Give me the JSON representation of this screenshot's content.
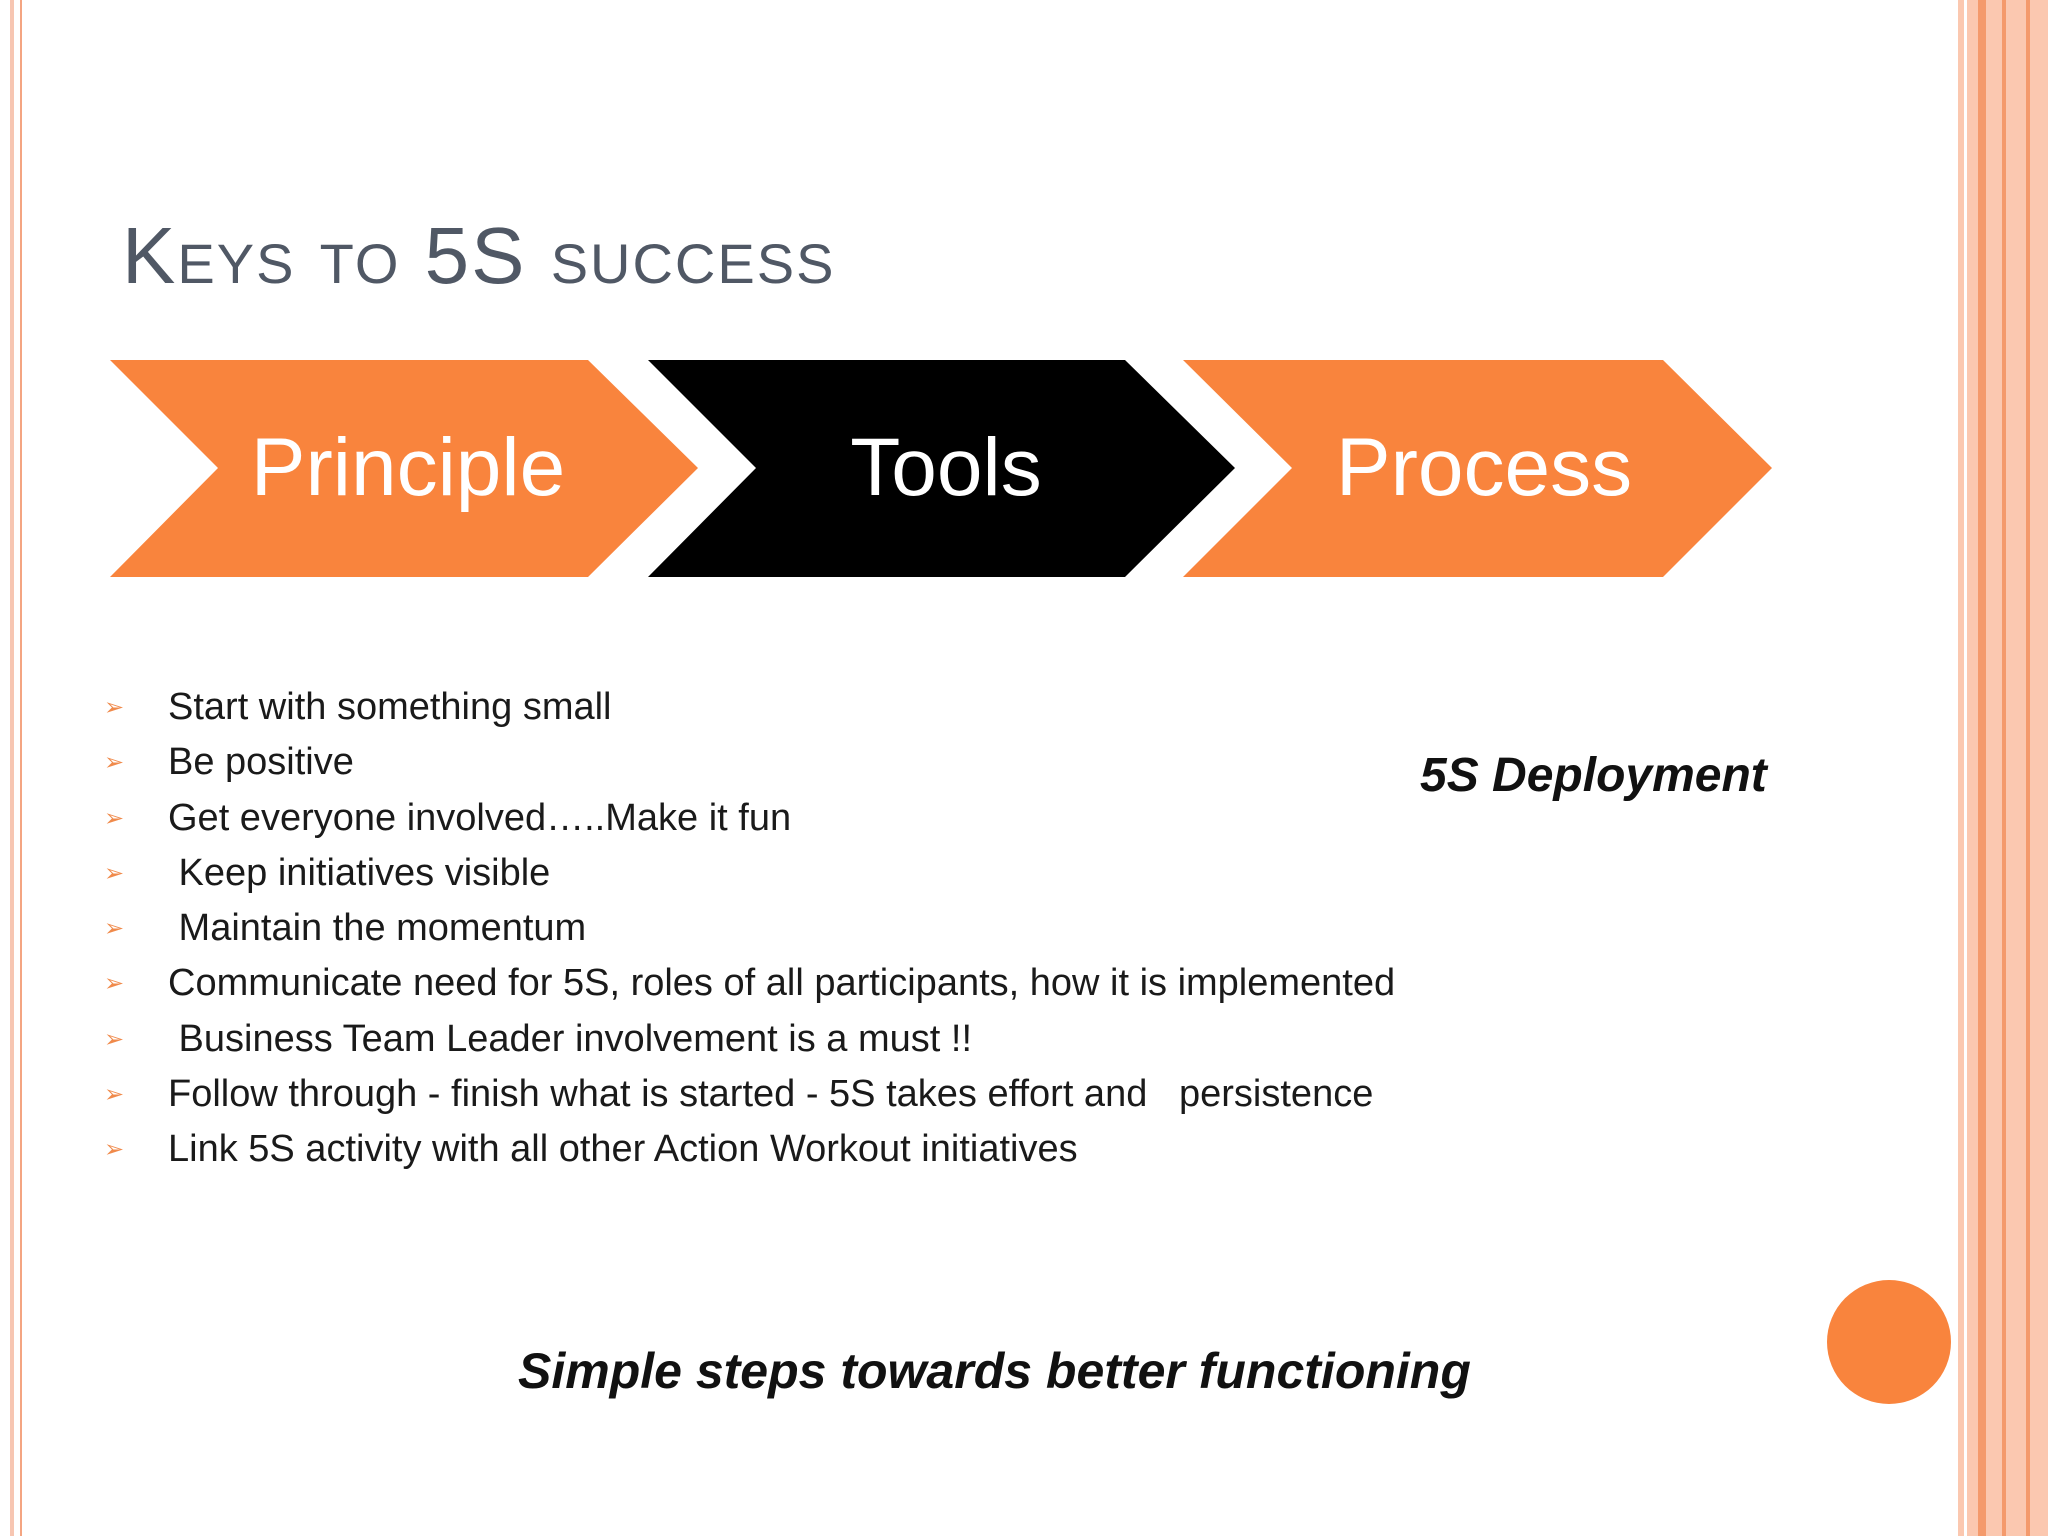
{
  "title": "Keys to 5S success",
  "chevrons": [
    {
      "label": "Principle",
      "fill": "#f9843d",
      "text_color": "#ffffff"
    },
    {
      "label": "Tools",
      "fill": "#000000",
      "text_color": "#ffffff"
    },
    {
      "label": "Process",
      "fill": "#f9843d",
      "text_color": "#ffffff"
    }
  ],
  "bullet_marker": "➢",
  "bullets": [
    "Start with something small",
    "Be positive",
    "Get everyone involved…..Make it fun",
    " Keep initiatives visible",
    " Maintain the momentum",
    "Communicate need for 5S, roles of all participants, how it is implemented",
    " Business Team Leader involvement is a must !!",
    "Follow through - finish what is started - 5S takes effort and   persistence",
    "Link 5S activity with all other Action Workout initiatives"
  ],
  "deployment_label": "5S Deployment",
  "tagline": "Simple steps towards better functioning",
  "colors": {
    "accent": "#f9843d",
    "title": "#505865",
    "border_light": "#fbc8b0",
    "border_dark": "#f49a6c"
  }
}
